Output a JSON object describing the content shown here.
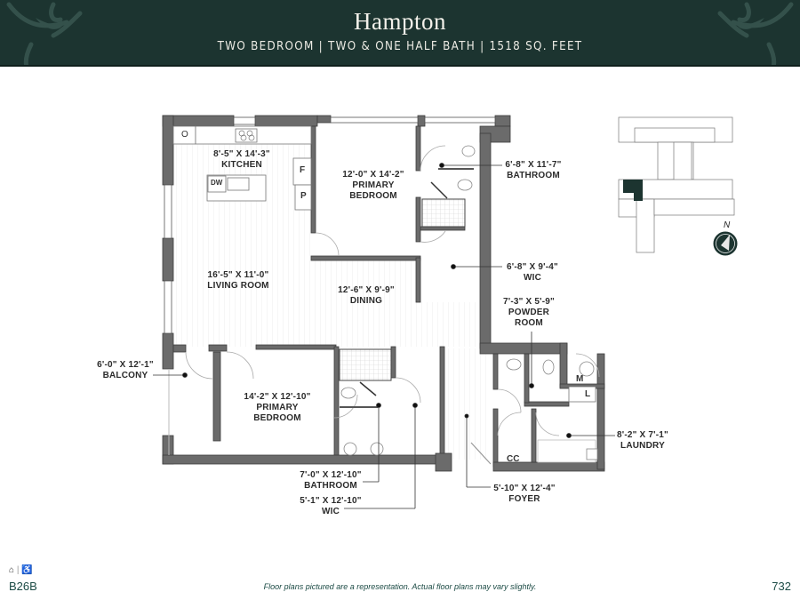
{
  "header": {
    "title": "Hampton",
    "subtitle": "TWO BEDROOM | TWO & ONE HALF BATH | 1518 SQ. FEET",
    "background_color": "#1c3430"
  },
  "rooms": [
    {
      "id": "kitchen",
      "dims": "8'-5\" X 14'-3\"",
      "name": "KITCHEN"
    },
    {
      "id": "primary-bedroom-1",
      "dims": "12'-0\" X 14'-2\"",
      "name": "PRIMARY",
      "name2": "BEDROOM"
    },
    {
      "id": "bathroom-1",
      "dims": "6'-8\" X 11'-7\"",
      "name": "BATHROOM"
    },
    {
      "id": "wic-1",
      "dims": "6'-8\" X 9'-4\"",
      "name": "WIC"
    },
    {
      "id": "living-room",
      "dims": "16'-5\" X 11'-0\"",
      "name": "LIVING ROOM"
    },
    {
      "id": "dining",
      "dims": "12'-6\" X 9'-9\"",
      "name": "DINING"
    },
    {
      "id": "powder-room",
      "dims": "7'-3\" X 5'-9\"",
      "name": "POWDER",
      "name2": "ROOM"
    },
    {
      "id": "balcony",
      "dims": "6'-0\" X 12'-1\"",
      "name": "BALCONY"
    },
    {
      "id": "primary-bedroom-2",
      "dims": "14'-2\" X 12'-10\"",
      "name": "PRIMARY",
      "name2": "BEDROOM"
    },
    {
      "id": "laundry",
      "dims": "8'-2\" X 7'-1\"",
      "name": "LAUNDRY"
    },
    {
      "id": "bathroom-2",
      "dims": "7'-0\" X 12'-10\"",
      "name": "BATHROOM"
    },
    {
      "id": "wic-2",
      "dims": "5'-1\" X 12'-10\"",
      "name": "WIC"
    },
    {
      "id": "foyer",
      "dims": "5'-10\" X 12'-4\"",
      "name": "FOYER"
    }
  ],
  "fixtures": {
    "oven": "O",
    "fridge": "F",
    "pantry": "P",
    "dishwasher": "DW",
    "mechanical": "M",
    "linen": "L",
    "coat_closet": "CC"
  },
  "keyplan": {
    "north_label": "N",
    "highlight_color": "#1c3430"
  },
  "footer": {
    "icons": [
      "equal-housing-icon",
      "accessibility-icon"
    ],
    "unit_code": "B26B",
    "disclaimer": "Floor plans pictured are a representation. Actual floor plans may vary slightly.",
    "page_number": "732"
  }
}
